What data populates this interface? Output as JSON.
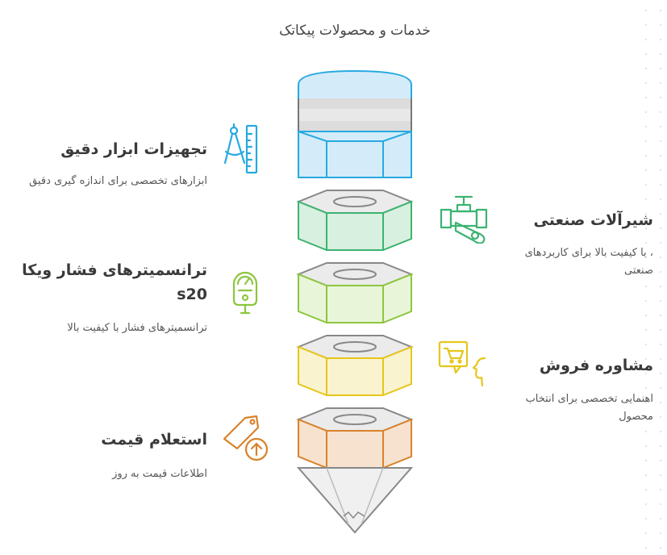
{
  "title": "خدمات و محصولات پیکاتک",
  "left_items": [
    {
      "heading": "تجهیزات ابزار دقیق",
      "description": "ابزارهای تخصصی برای اندازه گیری دقیق",
      "icon": "drafting-compass-ruler-icon"
    },
    {
      "heading": "ترانسمیترهای فشار ویکا s20",
      "description": "ترانسمیترهای فشار با کیفیت بالا",
      "icon": "pressure-gauge-icon"
    },
    {
      "heading": "استعلام قیمت",
      "description": "اطلاعات قیمت به روز",
      "icon": "price-tag-icon"
    }
  ],
  "right_items": [
    {
      "heading": "شیرآلات صنعتی",
      "description": "، با کیفیت بالا برای کاربردهای صنعتی",
      "icon": "industrial-valve-icon"
    },
    {
      "heading": "مشاوره فروش",
      "description": "اهنمایی تخصصی برای انتخاب محصول",
      "icon": "sales-consult-icon"
    }
  ],
  "colors": {
    "blue": "#27a9e1",
    "green": "#3cb371",
    "lime": "#8cc63f",
    "yellow": "#e6c619",
    "orange": "#d9822b",
    "gray": "#aaaaaa"
  }
}
